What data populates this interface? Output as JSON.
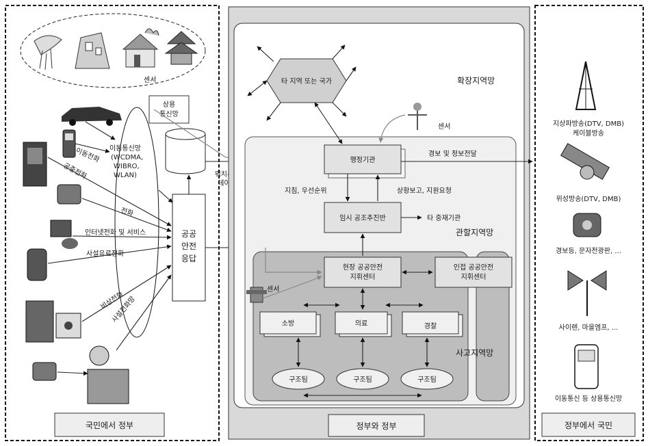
{
  "sections": {
    "citizen_to_gov": "국민에서 정부",
    "gov_to_gov": "정부와 정부",
    "gov_to_citizen": "정부에서 국민"
  },
  "left": {
    "sensor": "센서",
    "commercial_net": [
      "상용",
      "통신망"
    ],
    "mobile_net": [
      "이동통신망",
      "(WCDMA,",
      "WIBRO,",
      "WLAN)"
    ],
    "links": [
      "이동전화",
      "공중전화",
      "전화",
      "인터넷전화 및 서비스",
      "사설유료전화",
      "비상전화",
      "사설전화망"
    ],
    "response_center": [
      "공공",
      "안전",
      "응답"
    ],
    "location_data": [
      "위치추적",
      "데이터"
    ]
  },
  "middle": {
    "other_region": "타 지역 또는 국가",
    "extended_network": "확장지역망",
    "sensor": "센서",
    "admin_agency": "행정기관",
    "warning_info": "경보 및 정보전달",
    "guidance": "지침, 우선순위",
    "status_report": "상황보고, 지원요청",
    "temp_team": "임시 공조추진반",
    "other_central": "타 중재기관",
    "jurisdiction_network": "관할지역망",
    "onsite_center": [
      "현장 공공안전",
      "지휘센터"
    ],
    "adjacent_center": [
      "인접 공공안전",
      "지휘센터"
    ],
    "sensor2": "센서",
    "fire": "소방",
    "medical": "의료",
    "police": "경찰",
    "incident_network": "사고지역망",
    "rescue": [
      "구조팀",
      "구조팀",
      "구조팀"
    ]
  },
  "right": {
    "items": [
      [
        "지상파방송(DTV, DMB)",
        "케이블방송"
      ],
      [
        "위성방송(DTV, DMB)"
      ],
      [
        "경보등, 문자전광판, ..."
      ],
      [
        "사이렌, 마을엠프, ..."
      ],
      [
        "이동통신 등 상용통신망"
      ]
    ]
  }
}
